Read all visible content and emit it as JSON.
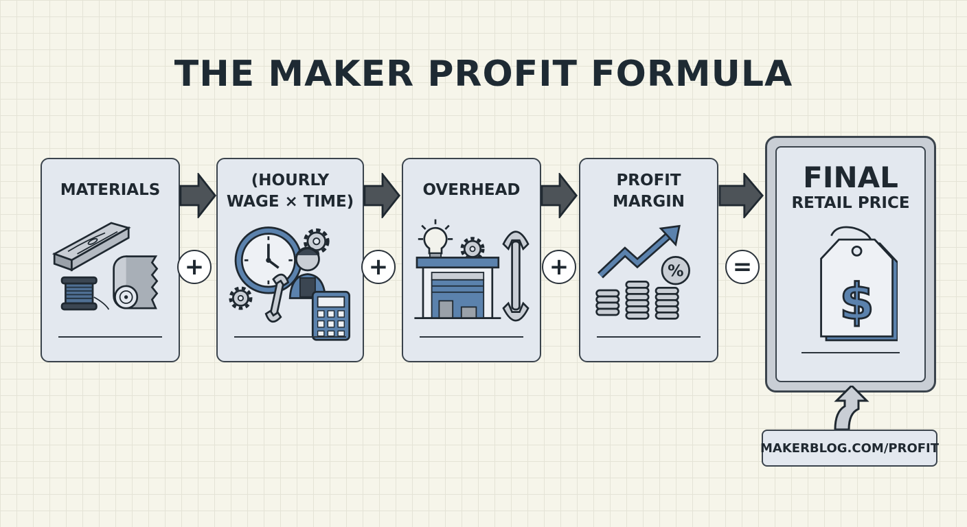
{
  "title": "THE MAKER PROFIT FORMULA",
  "steps": [
    {
      "label_lines": [
        "MATERIALS"
      ],
      "icon": "materials-icon"
    },
    {
      "label_lines": [
        "(HOURLY",
        "WAGE × TIME)"
      ],
      "icon": "labor-icon"
    },
    {
      "label_lines": [
        "OVERHEAD"
      ],
      "icon": "workshop-icon"
    },
    {
      "label_lines": [
        "PROFIT",
        "MARGIN"
      ],
      "icon": "growth-icon"
    }
  ],
  "operators": [
    "+",
    "+",
    "+",
    "="
  ],
  "result": {
    "big": "FINAL",
    "small": "RETAIL PRICE",
    "icon": "price-tag-icon",
    "symbol": "$"
  },
  "source": "MAKERBLOG.COM/PROFIT",
  "colors": {
    "accent_blue": "#5b82ad",
    "card_fill": "#e3e8ef",
    "outline": "#2b333b",
    "arrow_fill": "#4d5358"
  }
}
